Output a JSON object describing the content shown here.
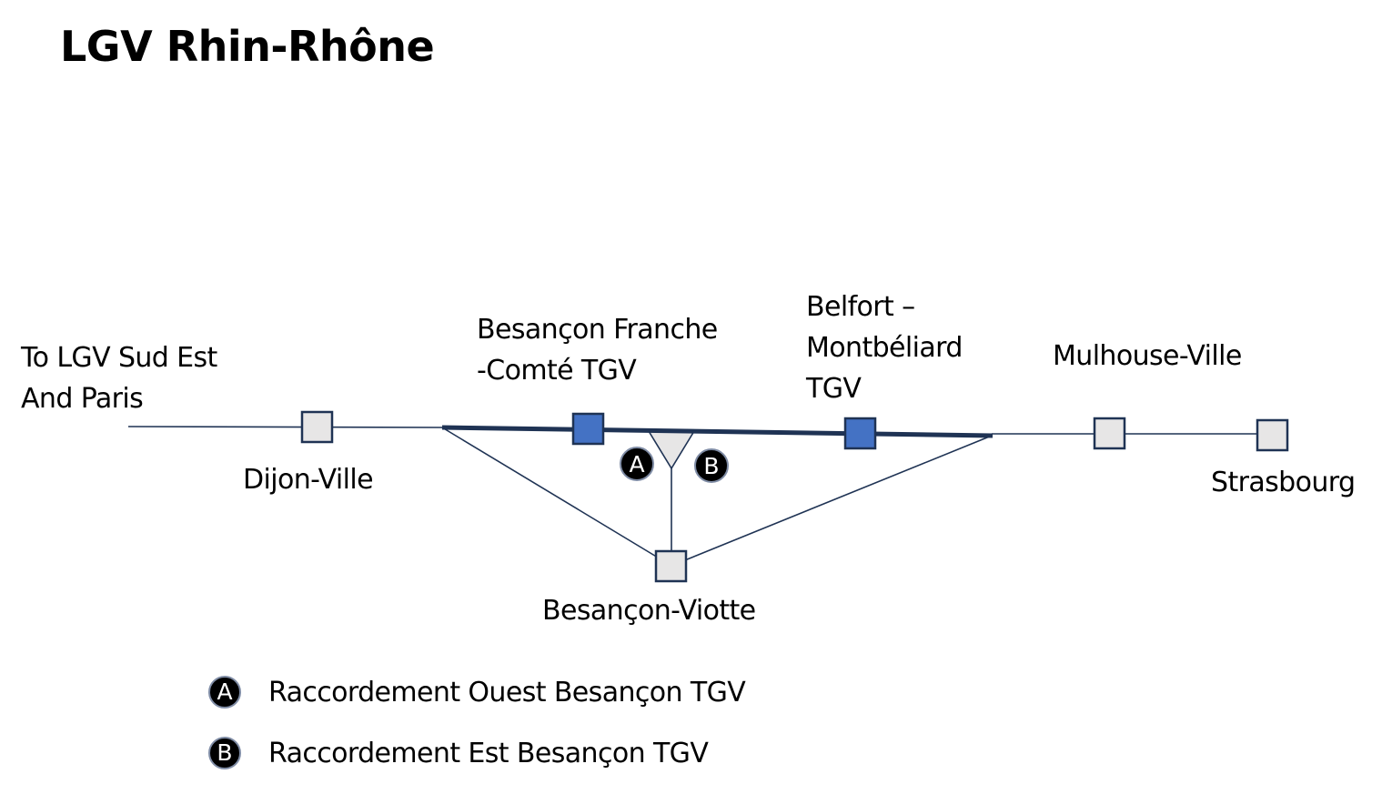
{
  "title": "LGV Rhin-Rhône",
  "colors": {
    "line": "#1f3354",
    "lgv_station": "#4472c4",
    "other_station": "#e7e6e6",
    "station_border": "#1f3354",
    "badge_fill": "#000000",
    "badge_text": "#ffffff"
  },
  "stations": {
    "paris": {
      "line1": "To LGV Sud Est",
      "line2": "And Paris"
    },
    "dijon": "Dijon-Ville",
    "besancon_tgv": {
      "line1": "Besançon Franche",
      "line2": "-Comté TGV"
    },
    "belfort": {
      "line1": "Belfort –",
      "line2": "Montbéliard",
      "line3": "TGV"
    },
    "mulhouse": "Mulhouse-Ville",
    "strasbourg": "Strasbourg",
    "viotte": "Besançon-Viotte"
  },
  "junctions": {
    "a": {
      "badge": "A",
      "label": "Raccordement Ouest Besançon TGV"
    },
    "b": {
      "badge": "B",
      "label": "Raccordement Est Besançon TGV"
    }
  }
}
